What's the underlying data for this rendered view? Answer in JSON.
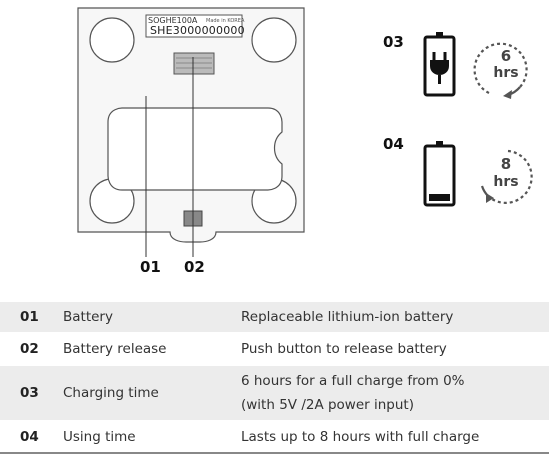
{
  "device": {
    "model_label": "SOGHE100A",
    "made_in": "Made in KOREA",
    "serial": "SHE3000000000"
  },
  "callouts": {
    "c01": "01",
    "c02": "02",
    "c03": "03",
    "c04": "04"
  },
  "indicators": {
    "charging": {
      "hours": "6",
      "unit": "hrs",
      "icon": "battery-plug-icon"
    },
    "using": {
      "hours": "8",
      "unit": "hrs",
      "icon": "battery-low-icon"
    }
  },
  "table": {
    "rows": [
      {
        "num": "01",
        "name": "Battery",
        "desc": "Replaceable lithium-ion battery"
      },
      {
        "num": "02",
        "name": "Battery release",
        "desc": "Push button to release battery"
      },
      {
        "num": "03",
        "name": "Charging time",
        "desc_line1": "6 hours for a full charge from 0%",
        "desc_line2": "(with 5V /2A power input)"
      },
      {
        "num": "04",
        "name": "Using time",
        "desc": "Lasts up to 8 hours with full charge"
      }
    ]
  },
  "colors": {
    "outline": "#444444",
    "row_shade": "#ececec",
    "battery_fill": "#111111"
  }
}
